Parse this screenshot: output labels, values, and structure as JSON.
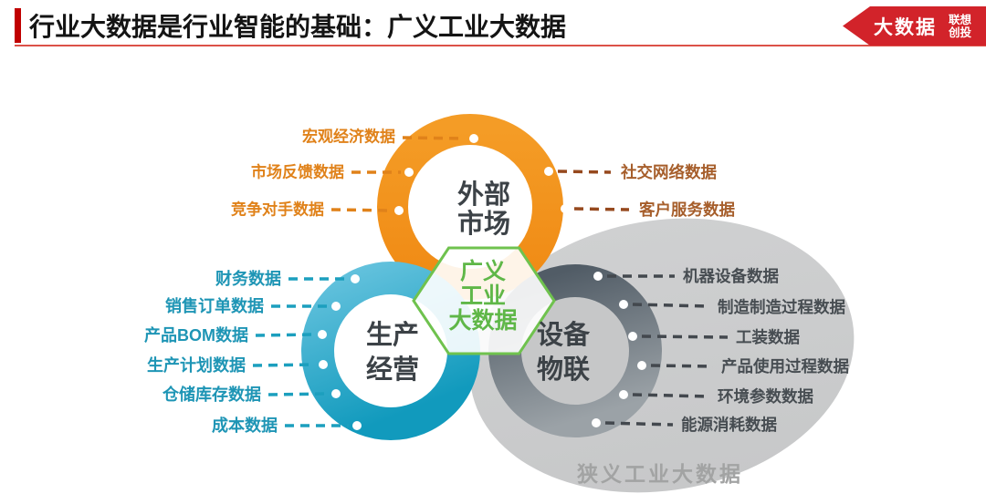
{
  "header": {
    "title": "行业大数据是行业智能的基础：广义工业大数据",
    "badge": {
      "primary": "大数据",
      "secondary_line1": "联想",
      "secondary_line2": "创投"
    }
  },
  "colors": {
    "brand_red": "#D2232A",
    "title_bar_red": "#C00000",
    "underline_red": "#DC5148",
    "orange_ring": "#F28F1B",
    "blue_ring_top": "#66C3DE",
    "blue_ring_bottom": "#119ABD",
    "gray_ring_top": "#515C66",
    "gray_ring_bottom": "#9BA2A7",
    "narrow_ellipse_gray": "#CBCCCD",
    "hexagon_border_green": "#6FC24E",
    "hexagon_text_green": "#5FB748",
    "orange_label": "#E0821A",
    "brown_label": "#A65E2B",
    "blue_label": "#1E95B5",
    "gray_label": "#474D52",
    "ring_title_color": "#3C4247"
  },
  "diagram": {
    "hexagon": {
      "line1": "广义",
      "line2": "工业",
      "line3": "大数据"
    },
    "rings": {
      "external": {
        "line1": "外部",
        "line2": "市场"
      },
      "production": {
        "line1": "生产",
        "line2": "经营"
      },
      "device": {
        "line1": "设备",
        "line2": "物联"
      }
    },
    "ellipse_label": "狭义工业大数据",
    "external_left_labels": [
      "宏观经济数据",
      "市场反馈数据",
      "竞争对手数据"
    ],
    "external_right_labels": [
      "社交网络数据",
      "客户服务数据"
    ],
    "production_labels": [
      "财务数据",
      "销售订单数据",
      "产品BOM数据",
      "生产计划数据",
      "仓储库存数据",
      "成本数据"
    ],
    "device_labels": [
      "机器设备数据",
      "制造制造过程数据",
      "工装数据",
      "产品使用过程数据",
      "环境参数数据",
      "能源消耗数据"
    ]
  }
}
